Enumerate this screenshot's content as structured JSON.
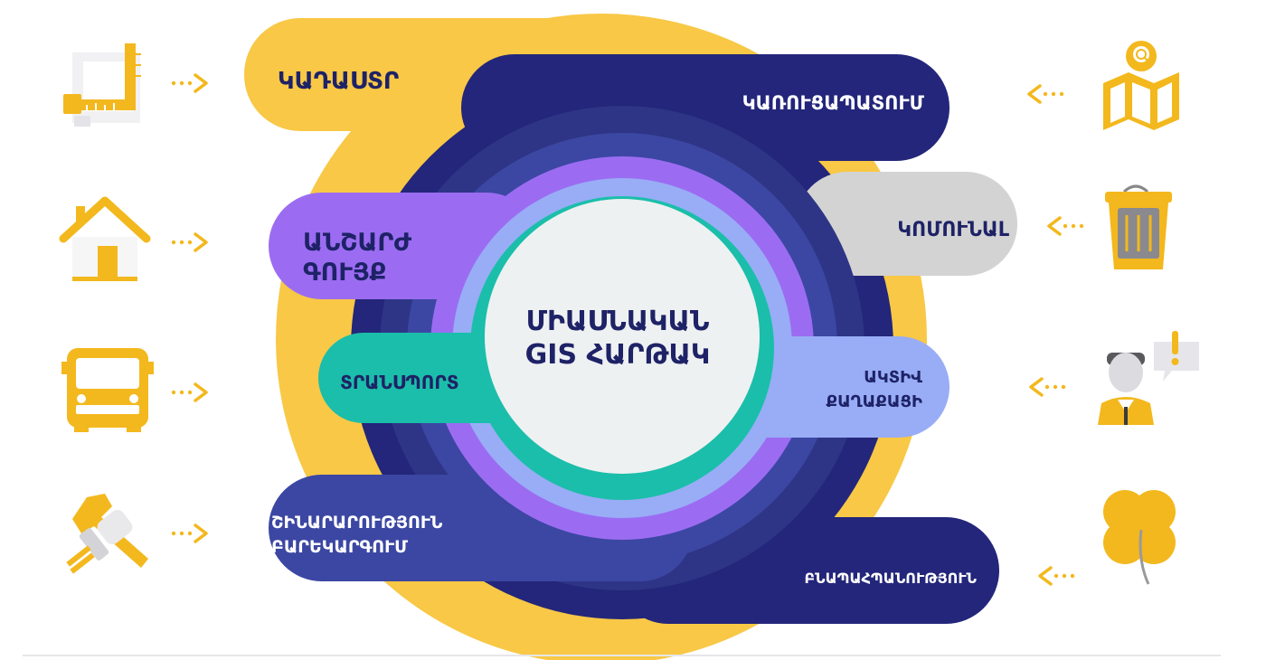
{
  "center": {
    "line1": "ՄԻԱՍՆԱԿԱՆ",
    "line2": "GIS ՀԱՐԹԱԿ"
  },
  "bands": {
    "cadastre": "ԿԱԴԱՍՏՐ",
    "construction_plan": "ԿԱՌՈՒՑԱՊԱՏՈՒՄ",
    "real_estate": {
      "line1": "ԱՆՇԱՐԺ",
      "line2": "ԳՈՒՅՔ"
    },
    "communal": "ԿՈՄՈՒՆԱԼ",
    "transport": "ՏՐԱՆՍՊՈՐՏ",
    "active_citizen": {
      "line1": "ԱԿՏԻՎ",
      "line2": "ՔԱՂԱՔԱՑԻ"
    },
    "construction": {
      "line1": "ՇԻՆԱՐԱՐՈՒԹՅՈՒՆ",
      "line2": "ԲԱՐԵԿԱՐԳՈՒՄ"
    },
    "environment": "ԲՆԱՊԱՀՊԱՆՈՒԹՅՈՒՆ"
  },
  "icons": {
    "left": [
      "ruler-plan-icon",
      "house-icon",
      "bus-icon",
      "wrench-hand-icon"
    ],
    "right": [
      "map-search-icon",
      "trash-bin-icon",
      "citizen-alert-icon",
      "clover-icon"
    ]
  },
  "colors": {
    "yellow": "#f8c846",
    "icon_yellow": "#f3b81d",
    "navy": "#23267a",
    "blue_dark": "#2e3586",
    "blue_mid": "#3c47a3",
    "purple": "#9b6cf2",
    "light_blue": "#98adf6",
    "teal": "#1bbeaa",
    "gray": "#d3d3d3",
    "center_fill": "#eef1f1",
    "text_dark": "#1e2266"
  }
}
